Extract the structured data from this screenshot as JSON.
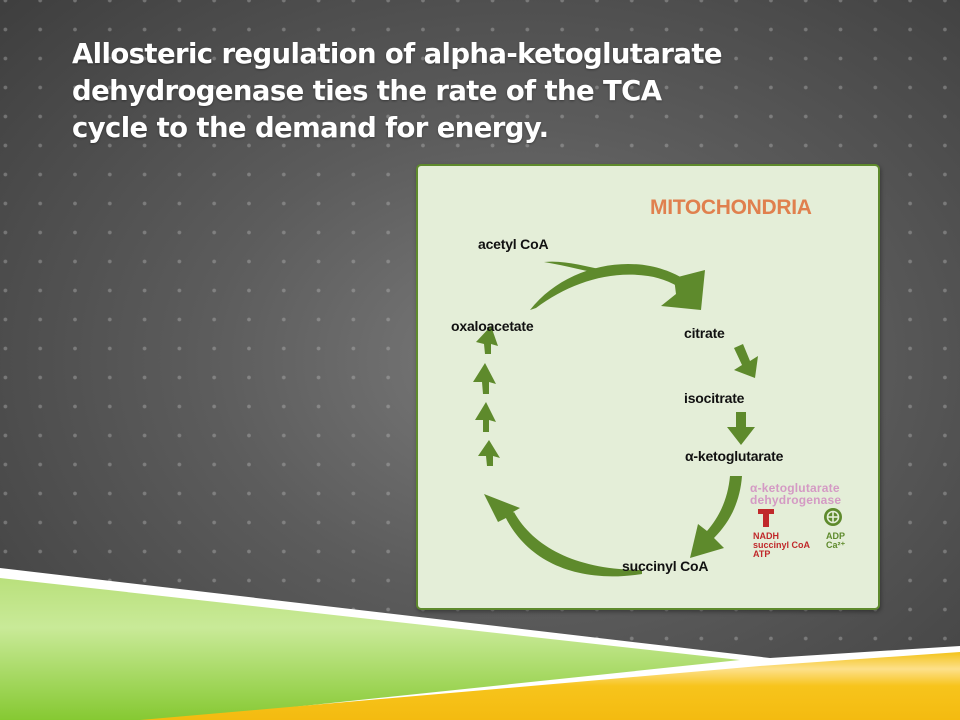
{
  "slide": {
    "title_lines": [
      "Allosteric regulation of  alpha-ketoglutarate",
      "dehydrogenase ties the rate of the TCA",
      "cycle to the demand for energy."
    ]
  },
  "diagram": {
    "compartment_label": "MITOCHONDRIA",
    "metabolites": {
      "acetyl_coa": "acetyl CoA",
      "oxaloacetate": "oxaloacetate",
      "citrate": "citrate",
      "isocitrate": "isocitrate",
      "alpha_ketoglutarate": "α-ketoglutarate",
      "succinyl_coa": "succinyl CoA"
    },
    "enzyme": {
      "name_lines": [
        "α-ketoglutarate",
        "dehydrogenase"
      ]
    },
    "inhibitors": {
      "symbol": "inhibition-tbar",
      "items": [
        "NADH",
        "succinyl CoA",
        "ATP"
      ]
    },
    "activators": {
      "symbol": "activation-plus",
      "items": [
        "ADP",
        "Ca²⁺"
      ]
    },
    "colors": {
      "arrow_green": "#5e8a2c",
      "panel_bg": "#e4eed8",
      "compartment_label": "#e0804e",
      "enzyme_label": "#d49ac4",
      "inhibitor_red": "#c0282a",
      "activator_green": "#5e8a2c"
    }
  },
  "theme": {
    "band_green": "#8fd13e",
    "band_yellow": "#f6c21a",
    "background": "#5c5c5c"
  }
}
